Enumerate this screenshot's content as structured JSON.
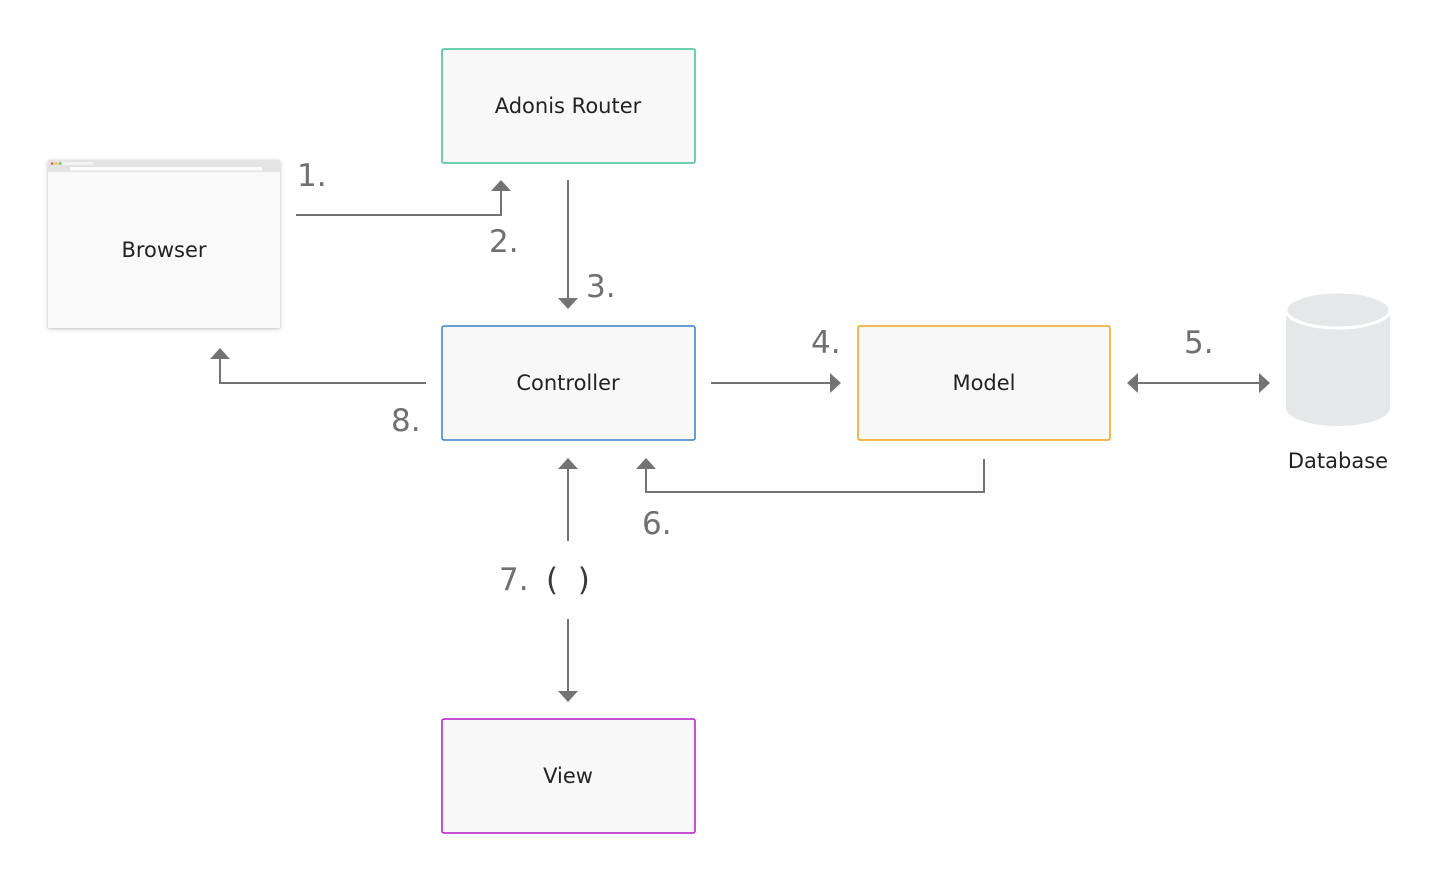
{
  "nodes": {
    "browser": {
      "label": "Browser"
    },
    "router": {
      "label": "Adonis Router",
      "border_color": "#3fbf95"
    },
    "controller": {
      "label": "Controller",
      "border_color": "#3b7fc8"
    },
    "model": {
      "label": "Model",
      "border_color": "#f0a21c"
    },
    "view": {
      "label": "View",
      "border_color": "#b01ec4"
    },
    "database": {
      "label": "Database"
    }
  },
  "steps": {
    "s1": "1.",
    "s2": "2.",
    "s3": "3.",
    "s4": "4.",
    "s5": "5.",
    "s6": "6.",
    "s7": "7.",
    "s7_parens": "(  )",
    "s8": "8."
  },
  "colors": {
    "arrow": "#737373",
    "box_fill": "#f8f8f8",
    "database_fill": "#e6e7e8",
    "step_text": "#707070"
  },
  "edges": [
    {
      "from": "browser",
      "to": "router",
      "step": "1."
    },
    {
      "from": "router",
      "to": "controller",
      "step": "3."
    },
    {
      "from": "controller",
      "to": "model",
      "step": "4."
    },
    {
      "from": "model",
      "to": "database",
      "step": "5.",
      "bidirectional": true
    },
    {
      "from": "model",
      "to": "controller",
      "step": "6."
    },
    {
      "from": "controller",
      "to": "view",
      "step": "7.",
      "bidirectional": true
    },
    {
      "from": "controller",
      "to": "browser",
      "step": "8."
    }
  ]
}
